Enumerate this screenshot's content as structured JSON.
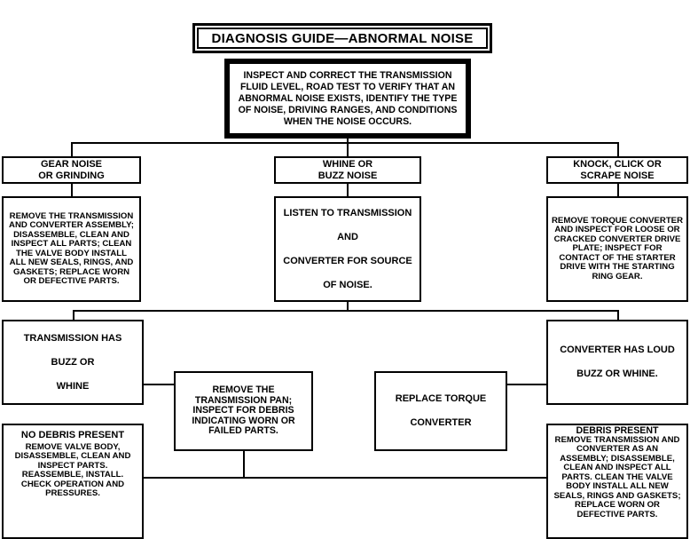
{
  "title": "DIAGNOSIS GUIDE—ABNORMAL NOISE",
  "inspect": "INSPECT AND CORRECT THE TRANSMISSION FLUID LEVEL, ROAD TEST TO VERIFY THAT AN ABNORMAL NOISE EXISTS, IDENTIFY THE TYPE OF NOISE, DRIVING RANGES, AND CONDITIONS WHEN THE NOISE OCCURS.",
  "branches": {
    "gear": {
      "header_line1": "GEAR NOISE",
      "header_line2": "OR GRINDING",
      "action": "REMOVE THE TRANSMISSION AND CONVERTER ASSEMBLY; DISASSEMBLE, CLEAN AND INSPECT ALL PARTS; CLEAN THE VALVE BODY INSTALL ALL NEW SEALS, RINGS, AND GASKETS; REPLACE WORN OR DEFECTIVE PARTS."
    },
    "whine": {
      "header_line1": "WHINE OR",
      "header_line2": "BUZZ NOISE",
      "action_line1": "LISTEN TO TRANSMISSION",
      "action_line2": "AND",
      "action_line3": "CONVERTER FOR SOURCE",
      "action_line4": "OF NOISE."
    },
    "knock": {
      "header_line1": "KNOCK, CLICK OR",
      "header_line2": "SCRAPE NOISE",
      "action": "REMOVE TORQUE CONVERTER AND INSPECT FOR LOOSE OR CRACKED CONVERTER DRIVE PLATE; INSPECT FOR CONTACT OF THE STARTER DRIVE WITH THE STARTING RING GEAR."
    }
  },
  "transmission_buzz": {
    "line1": "TRANSMISSION HAS",
    "line2": "BUZZ OR",
    "line3": "WHINE"
  },
  "converter_buzz": {
    "line1": "CONVERTER HAS LOUD",
    "line2": "BUZZ OR WHINE."
  },
  "remove_pan": "REMOVE THE TRANSMISSION PAN; INSPECT FOR DEBRIS INDICATING WORN OR FAILED PARTS.",
  "replace_converter": {
    "line1": "REPLACE TORQUE",
    "line2": "CONVERTER"
  },
  "no_debris": {
    "title": "NO DEBRIS PRESENT",
    "action": "REMOVE VALVE BODY, DISASSEMBLE, CLEAN AND INSPECT PARTS. REASSEMBLE, INSTALL. CHECK OPERATION AND PRESSURES."
  },
  "debris": {
    "title": "DEBRIS PRESENT",
    "action": "REMOVE TRANSMISSION AND CONVERTER AS AN ASSEMBLY; DISASSEMBLE, CLEAN AND INSPECT ALL PARTS. CLEAN THE VALVE BODY INSTALL ALL NEW SEALS, RINGS AND GASKETS; REPLACE WORN OR DEFECTIVE PARTS."
  }
}
